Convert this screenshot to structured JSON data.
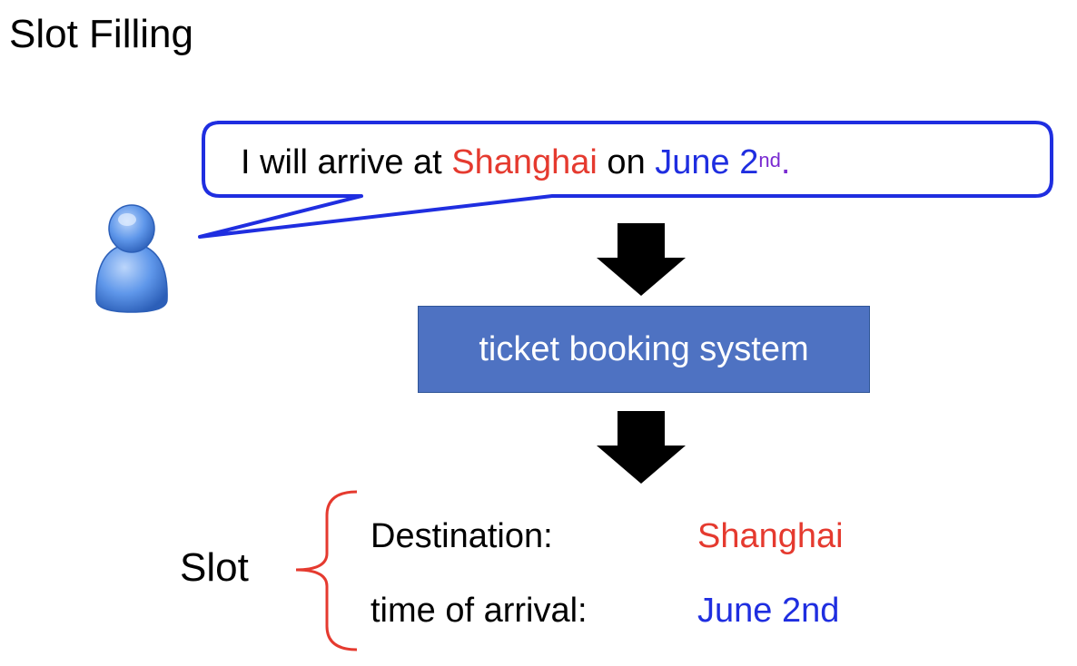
{
  "title": "Slot Filling",
  "utterance": {
    "part1": "I will arrive at ",
    "city": "Shanghai",
    "part2": " on ",
    "date": "June 2",
    "date_suffix": "nd",
    "end": "."
  },
  "system": {
    "label": "ticket booking system"
  },
  "slots": {
    "label": "Slot",
    "items": [
      {
        "name": "Destination:",
        "value": "Shanghai",
        "color": "#e53a2f"
      },
      {
        "name": "time of arrival:",
        "value": "June 2nd",
        "color": "#1f2ee0"
      }
    ]
  },
  "colors": {
    "bubble_border": "#1f2ee0",
    "box_fill": "#4e72c2",
    "brace": "#e53a2f",
    "user_icon": "#4a86e0"
  },
  "icons": [
    "user-icon",
    "down-arrow-icon",
    "brace-icon"
  ]
}
